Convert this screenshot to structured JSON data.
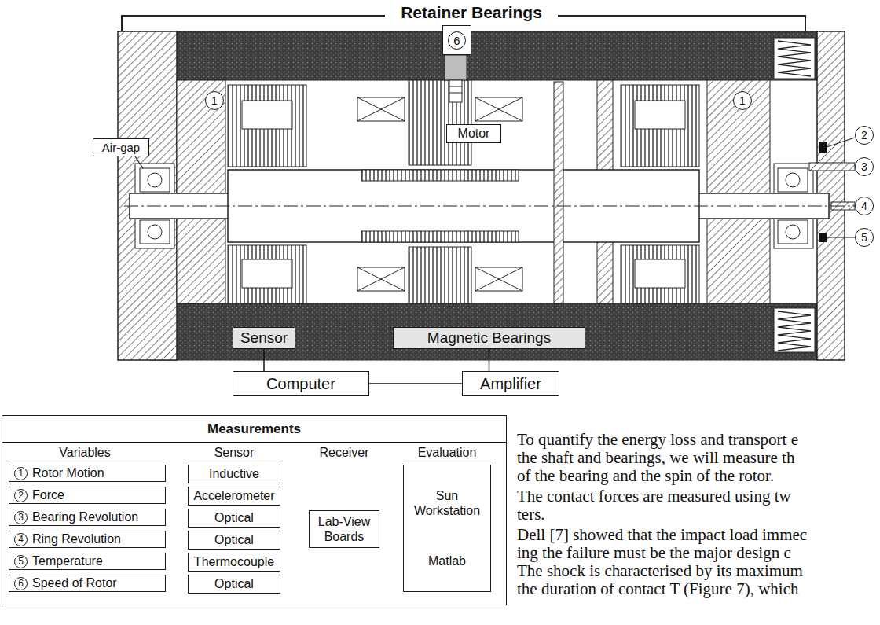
{
  "diagram": {
    "nodes": [
      {
        "text": [
          "Air-gap"
        ]
      },
      {
        "text": [
          "6"
        ]
      },
      {
        "text": [
          "Motor"
        ]
      },
      {
        "text": [
          "1"
        ]
      },
      {
        "text": [
          "1"
        ]
      },
      {
        "text": [
          "2"
        ]
      },
      {
        "text": [
          "3"
        ]
      },
      {
        "text": [
          "4"
        ]
      },
      {
        "text": [
          "5"
        ]
      },
      {
        "text": [
          "Sensor"
        ]
      },
      {
        "text": [
          "Magnetic Bearings"
        ]
      },
      {
        "text": [
          "Computer"
        ]
      },
      {
        "text": [
          "Amplifier"
        ]
      },
      {
        "text": [
          "Measurements",
          "Variables",
          "Sensor",
          "Receiver",
          "Evaluation"
        ]
      },
      {
        "text": [
          "1",
          "Rotor Motion"
        ],
        "in": 13
      },
      {
        "text": [
          "2",
          "Force"
        ],
        "in": 13
      },
      {
        "text": [
          "3",
          "Bearing Revolution"
        ],
        "in": 13
      },
      {
        "text": [
          "4",
          "Ring Revolution"
        ],
        "in": 13
      },
      {
        "text": [
          "5",
          "Temperature"
        ],
        "in": 13
      },
      {
        "text": [
          "6",
          "Speed of Rotor"
        ],
        "in": 13
      },
      {
        "text": [
          "Inductive"
        ],
        "in": 13
      },
      {
        "text": [
          "Accelerometer"
        ],
        "in": 13
      },
      {
        "text": [
          "Optical"
        ],
        "in": 13
      },
      {
        "text": [
          "Optical"
        ],
        "in": 13
      },
      {
        "text": [
          "Thermocouple"
        ],
        "in": 13
      },
      {
        "text": [
          "Optical"
        ],
        "in": 13
      },
      {
        "text": [
          "Lab-View Boards"
        ],
        "in": 13
      },
      {
        "text": [
          "Sun Workstation",
          "Matlab"
        ],
        "in": 13
      }
    ],
    "edges": [
      {
        "from": 9,
        "to": 11,
        "arrow": "none"
      },
      {
        "from": 11,
        "to": 12,
        "arrow": "none"
      },
      {
        "from": 10,
        "to": 12,
        "arrow": "none"
      },
      {
        "from": 14,
        "to": 20,
        "arrow": "none"
      },
      {
        "from": 15,
        "to": 21,
        "arrow": "none"
      },
      {
        "from": 16,
        "to": 22,
        "arrow": "none"
      },
      {
        "from": 17,
        "to": 23,
        "arrow": "none"
      },
      {
        "from": 18,
        "to": 24,
        "arrow": "none"
      },
      {
        "from": 19,
        "to": 25,
        "arrow": "none"
      },
      {
        "from": 20,
        "to": 26,
        "arrow": "none"
      },
      {
        "from": 21,
        "to": 26,
        "arrow": "none"
      },
      {
        "from": 22,
        "to": 26,
        "arrow": "none"
      },
      {
        "from": 23,
        "to": 26,
        "arrow": "none"
      },
      {
        "from": 24,
        "to": 26,
        "arrow": "none"
      },
      {
        "from": 25,
        "to": 26,
        "arrow": "none"
      },
      {
        "from": 26,
        "to": 27,
        "arrow": "none"
      }
    ],
    "labels": [
      "Retainer Bearings",
      "To quantify the energy loss and transport e",
      "the shaft and bearings, we will measure th",
      "of the bearing and the spin of the rotor.",
      "The contact forces are measured using tw",
      "ters.",
      "Dell [7] showed that the impact load immec",
      "ing the failure must be the major design c",
      "The shock is characterised by its maximum",
      "the duration of contact T (Figure 7), which"
    ]
  }
}
